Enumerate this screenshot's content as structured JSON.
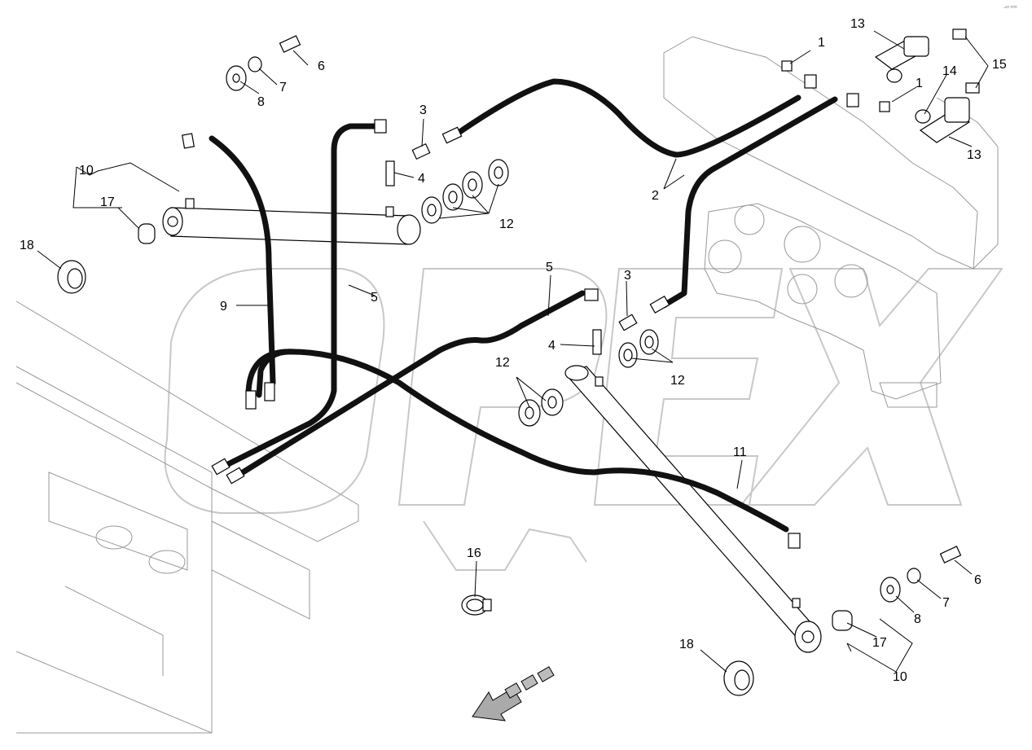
{
  "doc_ref": "⊿¤ ¤¤¤",
  "watermark": "OPEX",
  "callouts": [
    {
      "id": "c1a",
      "text": "1"
    },
    {
      "id": "c1b",
      "text": "1"
    },
    {
      "id": "c2",
      "text": "2"
    },
    {
      "id": "c3a",
      "text": "3"
    },
    {
      "id": "c3b",
      "text": "3"
    },
    {
      "id": "c4a",
      "text": "4"
    },
    {
      "id": "c4b",
      "text": "4"
    },
    {
      "id": "c5a",
      "text": "5"
    },
    {
      "id": "c5b",
      "text": "5"
    },
    {
      "id": "c6a",
      "text": "6"
    },
    {
      "id": "c6b",
      "text": "6"
    },
    {
      "id": "c7a",
      "text": "7"
    },
    {
      "id": "c7b",
      "text": "7"
    },
    {
      "id": "c8a",
      "text": "8"
    },
    {
      "id": "c8b",
      "text": "8"
    },
    {
      "id": "c9",
      "text": "9"
    },
    {
      "id": "c10a",
      "text": "10"
    },
    {
      "id": "c10b",
      "text": "10"
    },
    {
      "id": "c11",
      "text": "11"
    },
    {
      "id": "c12a",
      "text": "12"
    },
    {
      "id": "c12b",
      "text": "12"
    },
    {
      "id": "c12c",
      "text": "12"
    },
    {
      "id": "c13a",
      "text": "13"
    },
    {
      "id": "c13b",
      "text": "13"
    },
    {
      "id": "c14",
      "text": "14"
    },
    {
      "id": "c15",
      "text": "15"
    },
    {
      "id": "c16",
      "text": "16"
    },
    {
      "id": "c17a",
      "text": "17"
    },
    {
      "id": "c17b",
      "text": "17"
    },
    {
      "id": "c18a",
      "text": "18"
    },
    {
      "id": "c18b",
      "text": "18"
    }
  ]
}
